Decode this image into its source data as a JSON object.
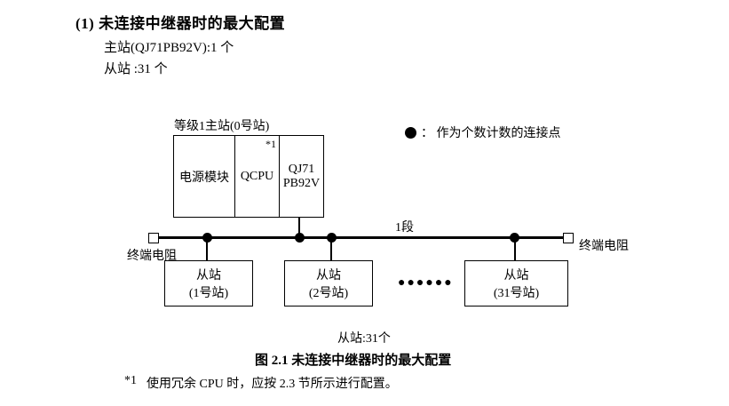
{
  "section": {
    "heading": "(1) 未连接中继器时的最大配置",
    "master_line": "主站(QJ71PB92V):1 个",
    "slave_line": "从站 :31 个"
  },
  "diagram": {
    "master_label": "等级1主站(0号站)",
    "cells": [
      "电源模块",
      "QCPU",
      "QJ71\nPB92V"
    ],
    "qcpu_note": "*1",
    "legend_text": "：  作为个数计数的连接点",
    "segment_label": "1段",
    "terminator_left": "终端电阻",
    "terminator_right": "终端电阻",
    "slaves": [
      "从站\n(1号站)",
      "从站\n(2号站)",
      "从站\n(31号站)"
    ],
    "ellipsis": "●●●●●●",
    "slave_total": "从站:31个"
  },
  "caption": "图 2.1  未连接中继器时的最大配置",
  "footnote": {
    "marker": "*1",
    "text": "使用冗余 CPU 时，应按 2.3 节所示进行配置。"
  }
}
